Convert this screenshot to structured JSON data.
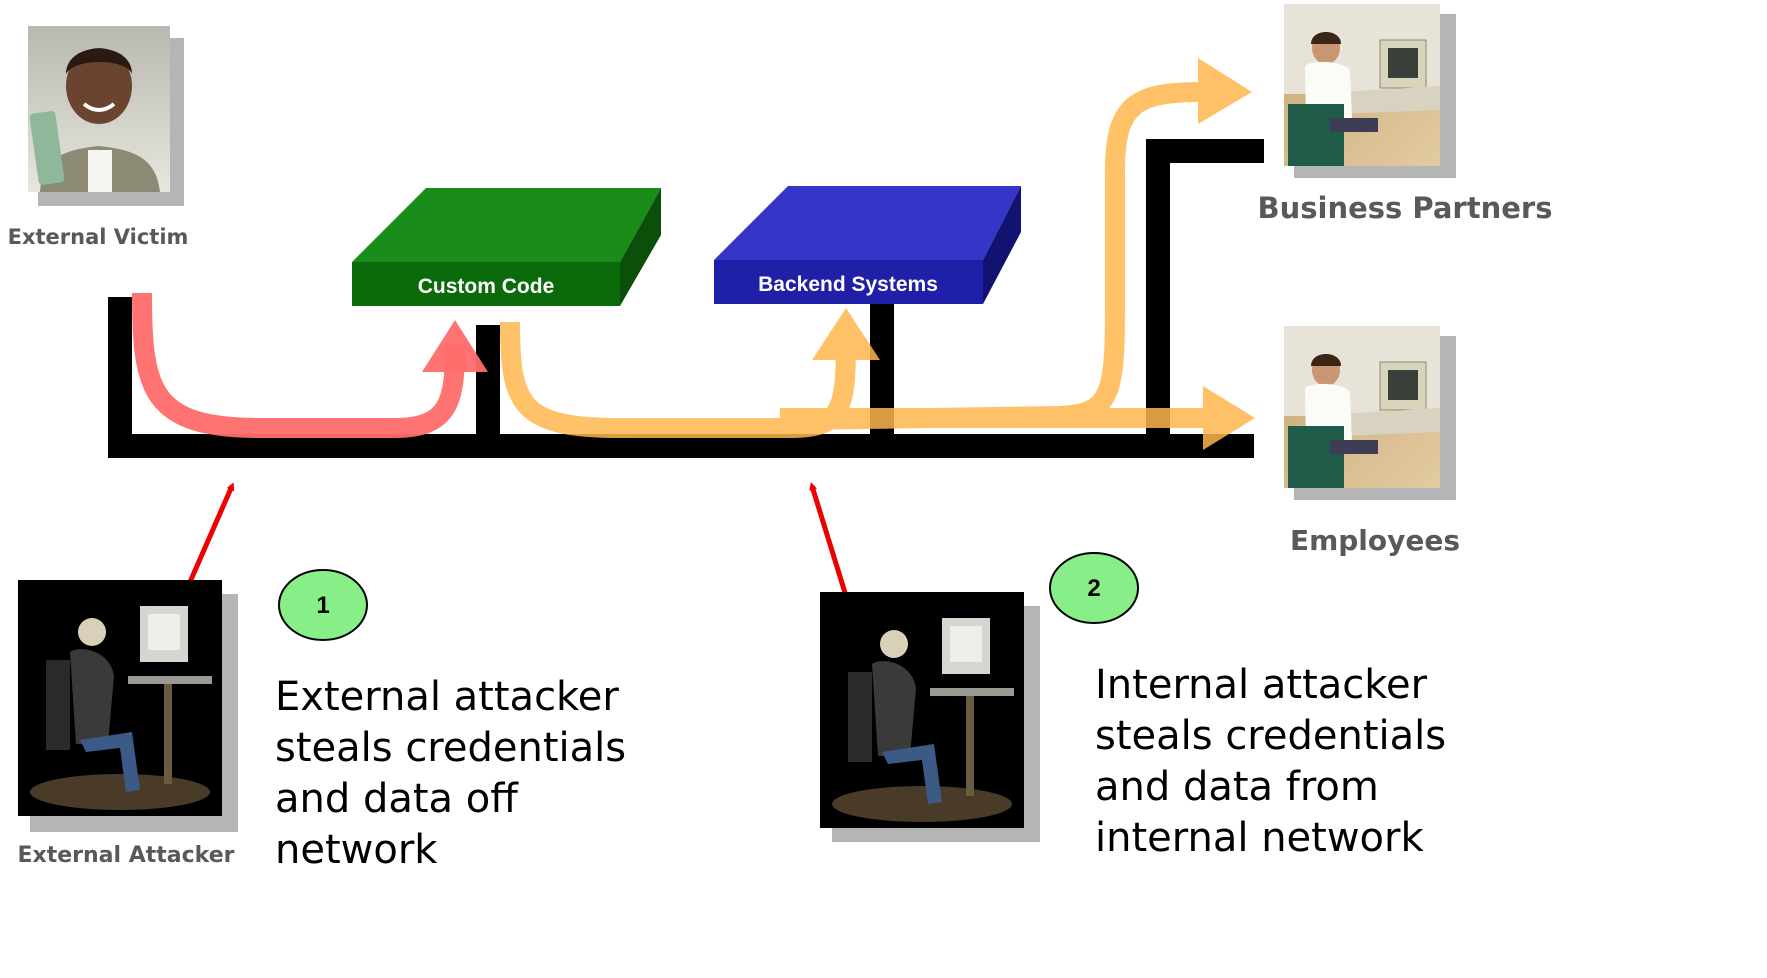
{
  "people": {
    "external_victim": "External Victim",
    "business_partners": "Business Partners",
    "employees": "Employees",
    "external_attacker": "External Attacker"
  },
  "systems": {
    "custom_code": "Custom Code",
    "backend_systems": "Backend Systems"
  },
  "steps": {
    "step1": {
      "number": "1",
      "lines": [
        "External attacker",
        "steals credentials",
        "and data off",
        "network"
      ]
    },
    "step2": {
      "number": "2",
      "lines": [
        "Internal attacker",
        "steals credentials",
        "and data from",
        "internal network"
      ]
    }
  },
  "colors": {
    "custom_code_box": "#0b6b0b",
    "backend_box": "#1f1fa8",
    "attack_flow": "#ff6b6b",
    "data_flow": "#ffb74d",
    "attack_arrow": "#ee0000",
    "step_badge": "#88ee88"
  }
}
